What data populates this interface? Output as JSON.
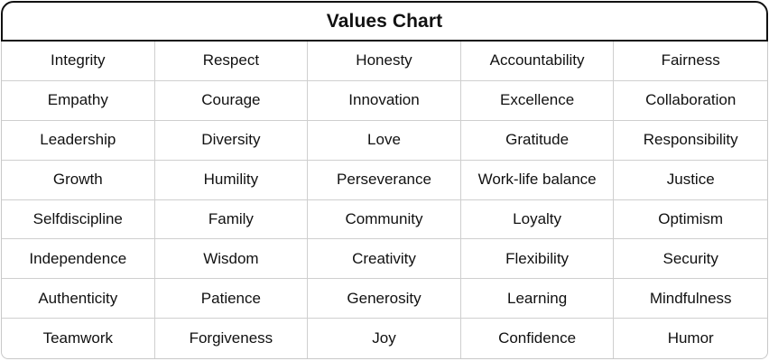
{
  "title": "Values Chart",
  "rows": [
    [
      "Integrity",
      "Respect",
      "Honesty",
      "Accountability",
      "Fairness"
    ],
    [
      "Empathy",
      "Courage",
      "Innovation",
      "Excellence",
      "Collaboration"
    ],
    [
      "Leadership",
      "Diversity",
      "Love",
      "Gratitude",
      "Responsibility"
    ],
    [
      "Growth",
      "Humility",
      "Perseverance",
      "Work-life balance",
      "Justice"
    ],
    [
      "Selfdiscipline",
      "Family",
      "Community",
      "Loyalty",
      "Optimism"
    ],
    [
      "Independence",
      "Wisdom",
      "Creativity",
      "Flexibility",
      "Security"
    ],
    [
      "Authenticity",
      "Patience",
      "Generosity",
      "Learning",
      "Mindfulness"
    ],
    [
      "Teamwork",
      "Forgiveness",
      "Joy",
      "Confidence",
      "Humor"
    ]
  ]
}
